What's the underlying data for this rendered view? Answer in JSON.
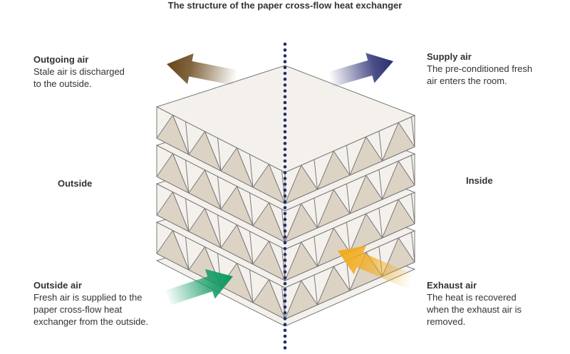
{
  "title": "The structure of the paper cross-flow heat exchanger",
  "labels": {
    "outside": "Outside",
    "inside": "Inside"
  },
  "callouts": {
    "outgoing": {
      "title": "Outgoing air",
      "lines": [
        "Stale air is discharged",
        "to the outside."
      ]
    },
    "supply": {
      "title": "Supply air",
      "lines": [
        "The pre-conditioned fresh",
        "air enters the room."
      ]
    },
    "outside_air": {
      "title": "Outside air",
      "lines": [
        "Fresh air is supplied to the",
        "paper cross-flow heat",
        "exchanger from the outside."
      ]
    },
    "exhaust": {
      "title": "Exhaust air",
      "lines": [
        "The heat is recovered",
        "when the exhaust air is",
        "removed."
      ]
    }
  },
  "colors": {
    "outgoing_arrow": "#6b4a1e",
    "supply_arrow": "#2a2f73",
    "outside_arrow": "#0f9a63",
    "exhaust_arrow": "#f2ac1e",
    "divider": "#1f2d6e",
    "plate": "#f4f1ec",
    "plate_stroke": "#7a7a7a",
    "fin_shade": "#dcd3c5"
  }
}
